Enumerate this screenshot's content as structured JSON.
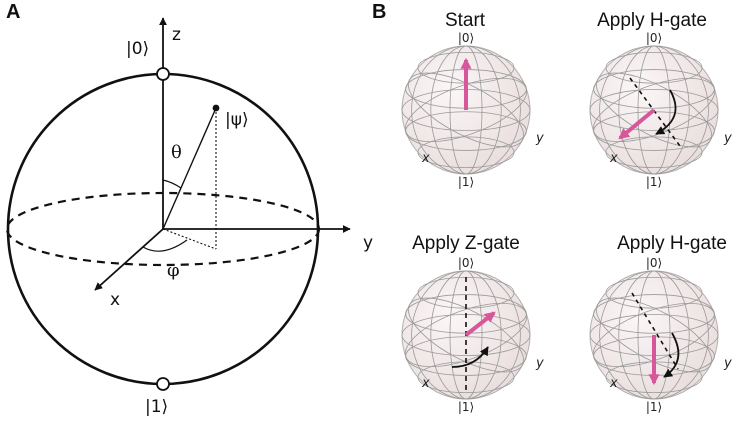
{
  "panel_a": {
    "label": "A",
    "axis_z": "z",
    "axis_y": "y",
    "axis_x": "x",
    "ket_zero": "|0⟩",
    "ket_one": "|1⟩",
    "ket_psi": "|ψ⟩",
    "theta": "θ",
    "phi": "φ"
  },
  "panel_b": {
    "label": "B",
    "spheres": [
      {
        "title": "Start",
        "ket_top": "|0⟩",
        "ket_bottom": "|1⟩",
        "axis_x": "x",
        "axis_y": "y",
        "state_vector": "+z",
        "rotation_arrow": false
      },
      {
        "title": "Apply H-gate",
        "ket_top": "|0⟩",
        "ket_bottom": "|1⟩",
        "axis_x": "x",
        "axis_y": "y",
        "state_vector": "+x",
        "rotation_arrow": true
      },
      {
        "title": "Apply Z-gate",
        "ket_top": "|0⟩",
        "ket_bottom": "|1⟩",
        "axis_x": "x",
        "axis_y": "y",
        "state_vector": "-x",
        "rotation_arrow": true
      },
      {
        "title": "Apply H-gate",
        "ket_top": "|0⟩",
        "ket_bottom": "|1⟩",
        "axis_x": "x",
        "axis_y": "y",
        "state_vector": "-z",
        "rotation_arrow": true
      }
    ]
  },
  "colors": {
    "state_vector": "#d6589b",
    "sphere_fill": "#f4ecec",
    "line": "#111111"
  }
}
